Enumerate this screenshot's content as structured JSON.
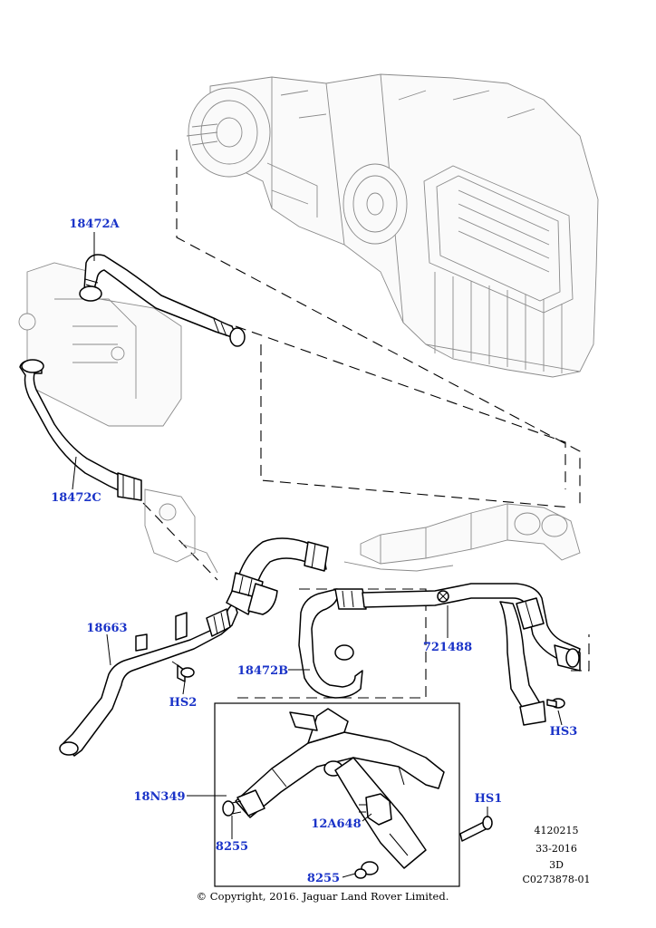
{
  "callouts": {
    "c_18472A": "18472A",
    "c_18472C": "18472C",
    "c_18663": "18663",
    "c_HS2": "HS2",
    "c_18472B": "18472B",
    "c_721488": "721488",
    "c_HS3": "HS3",
    "c_18N349": "18N349",
    "c_HS1": "HS1",
    "c_12A648": "12A648",
    "c_8255_left": "8255",
    "c_8255_bottom": "8255"
  },
  "reference_block": {
    "line1": "4120215",
    "line2": "33-2016",
    "line3": "3D",
    "line4": "C0273878-01"
  },
  "footer": {
    "copyright": "© Copyright, 2016. Jaguar Land Rover Limited."
  },
  "colors": {
    "callout_text": "#1a33c8",
    "line_art": "#000000",
    "ghosted_art": "#8a8a8a"
  }
}
